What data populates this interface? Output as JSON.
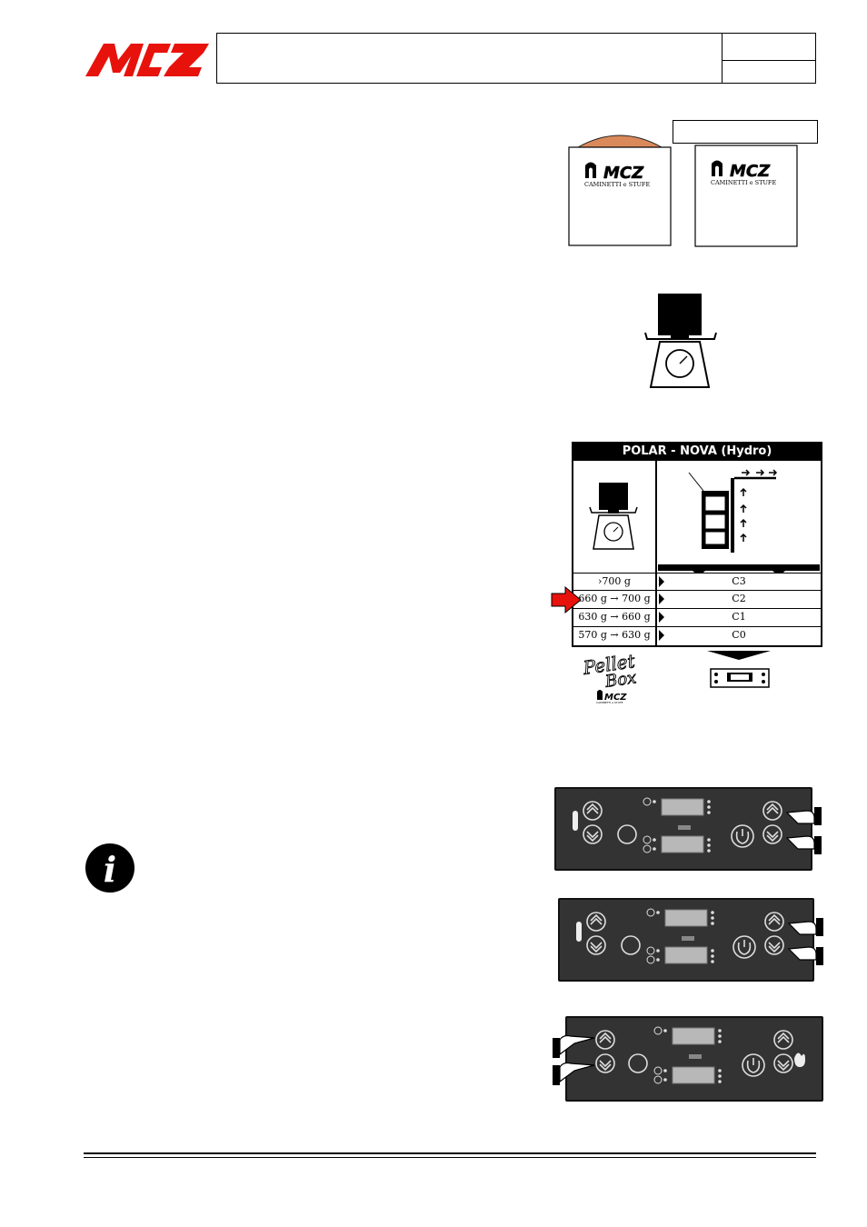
{
  "header": {
    "brand": "MCZ"
  },
  "pellet_bags": {
    "brand": "MCZ",
    "subtitle": "CAMINETTI e STUFE"
  },
  "pellet_table": {
    "title": "POLAR - NOVA (Hydro)",
    "rows": [
      {
        "weight": "›700 g",
        "setting": "C3"
      },
      {
        "weight": "660 g → 700 g",
        "setting": "C2"
      },
      {
        "weight": "630 g → 660 g",
        "setting": "C1"
      },
      {
        "weight": "570 g → 630 g",
        "setting": "C0"
      }
    ],
    "highlighted_row": 1,
    "highlight_color": "#e8120c"
  },
  "pellet_box_logo": {
    "line1": "Pellet",
    "line2": "Box",
    "brand": "MCZ"
  },
  "info_icon": {
    "glyph": "i"
  },
  "colors": {
    "brand_red": "#e8120c",
    "panel_bg": "#333333"
  }
}
